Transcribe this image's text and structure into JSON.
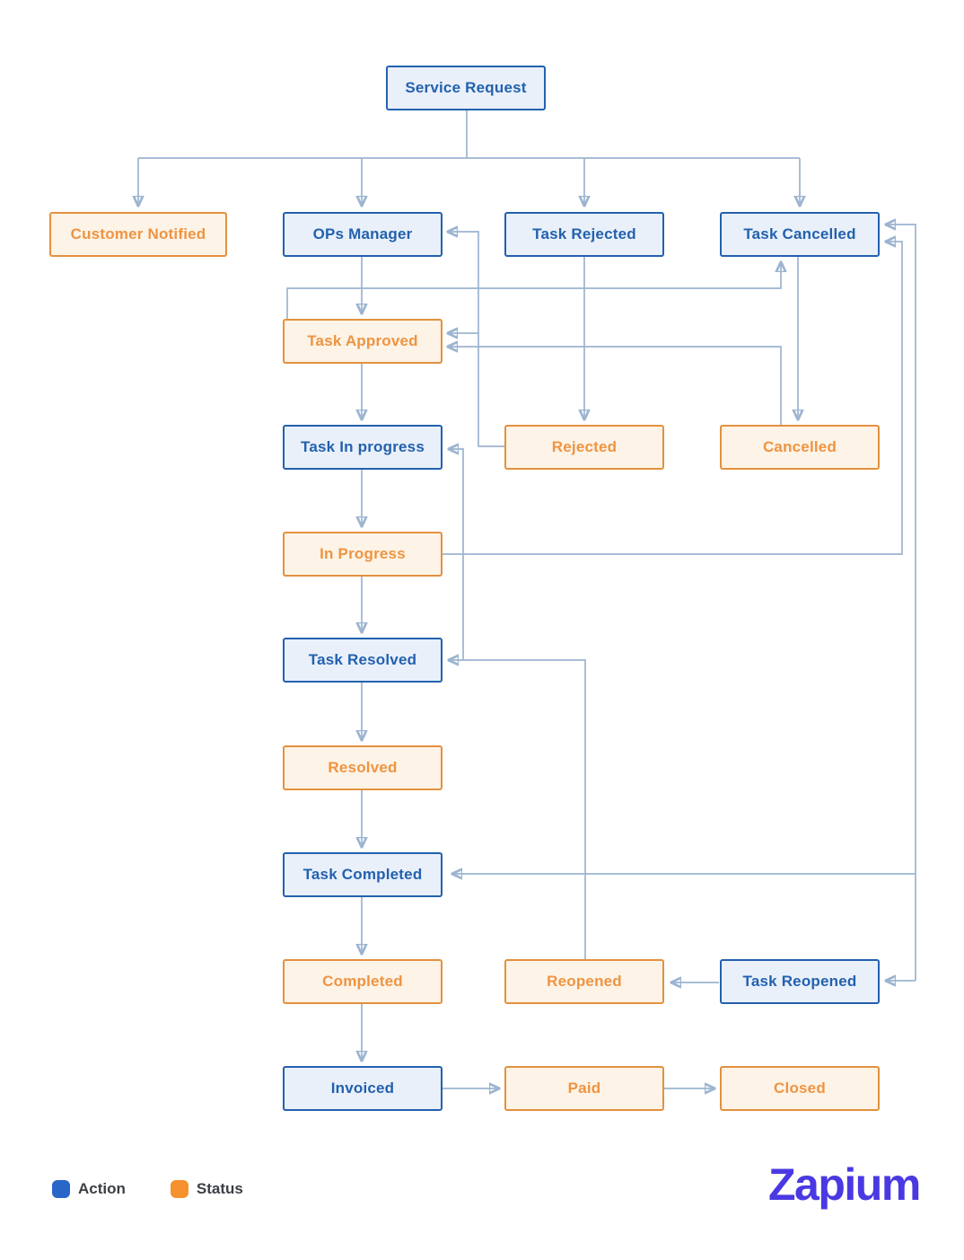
{
  "diagram": {
    "nodes": [
      {
        "id": "service-request",
        "label": "Service Request",
        "type": "action"
      },
      {
        "id": "customer-notified",
        "label": "Customer Notified",
        "type": "status"
      },
      {
        "id": "ops-manager",
        "label": "OPs Manager",
        "type": "action"
      },
      {
        "id": "task-rejected",
        "label": "Task Rejected",
        "type": "action"
      },
      {
        "id": "task-cancelled",
        "label": "Task Cancelled",
        "type": "action"
      },
      {
        "id": "task-approved",
        "label": "Task Approved",
        "type": "status"
      },
      {
        "id": "task-in-progress",
        "label": "Task In progress",
        "type": "action"
      },
      {
        "id": "rejected",
        "label": "Rejected",
        "type": "status"
      },
      {
        "id": "cancelled",
        "label": "Cancelled",
        "type": "status"
      },
      {
        "id": "in-progress",
        "label": "In Progress",
        "type": "status"
      },
      {
        "id": "task-resolved",
        "label": "Task Resolved",
        "type": "action"
      },
      {
        "id": "resolved",
        "label": "Resolved",
        "type": "status"
      },
      {
        "id": "task-completed",
        "label": "Task Completed",
        "type": "action"
      },
      {
        "id": "completed",
        "label": "Completed",
        "type": "status"
      },
      {
        "id": "reopened",
        "label": "Reopened",
        "type": "status"
      },
      {
        "id": "task-reopened",
        "label": "Task Reopened",
        "type": "action"
      },
      {
        "id": "invoiced",
        "label": "Invoiced",
        "type": "action"
      },
      {
        "id": "paid",
        "label": "Paid",
        "type": "status"
      },
      {
        "id": "closed",
        "label": "Closed",
        "type": "status"
      }
    ],
    "edges": [
      {
        "from": "Service Request",
        "to": "Customer Notified"
      },
      {
        "from": "Service Request",
        "to": "OPs Manager"
      },
      {
        "from": "Service Request",
        "to": "Task Rejected"
      },
      {
        "from": "Service Request",
        "to": "Task Cancelled"
      },
      {
        "from": "OPs Manager",
        "to": "Task Approved"
      },
      {
        "from": "Task Approved",
        "to": "Task Cancelled"
      },
      {
        "from": "Task Approved",
        "to": "Task In progress"
      },
      {
        "from": "Task Rejected",
        "to": "Rejected"
      },
      {
        "from": "Task Cancelled",
        "to": "Cancelled"
      },
      {
        "from": "Rejected",
        "to": "OPs Manager"
      },
      {
        "from": "Rejected",
        "to": "Task Approved"
      },
      {
        "from": "Cancelled",
        "to": "Task Approved"
      },
      {
        "from": "Task In progress",
        "to": "In Progress"
      },
      {
        "from": "In Progress",
        "to": "Task Resolved"
      },
      {
        "from": "In Progress",
        "to": "Task Cancelled"
      },
      {
        "from": "Task Resolved",
        "to": "Resolved"
      },
      {
        "from": "Resolved",
        "to": "Task Completed"
      },
      {
        "from": "Task Completed",
        "to": "Completed"
      },
      {
        "from": "Completed",
        "to": "Invoiced"
      },
      {
        "from": "Invoiced",
        "to": "Paid"
      },
      {
        "from": "Paid",
        "to": "Closed"
      },
      {
        "from": "Reopened",
        "to": "Task Resolved"
      },
      {
        "from": "Reopened",
        "to": "Task In progress"
      },
      {
        "from": "Task Reopened",
        "to": "Reopened"
      },
      {
        "from": "right-rail",
        "to": "Task Cancelled"
      },
      {
        "from": "right-rail",
        "to": "Task Completed"
      },
      {
        "from": "right-rail",
        "to": "Task Reopened"
      }
    ],
    "colors": {
      "action_fill": "#e9f0fa",
      "action_border": "#2361ae",
      "action_text": "#2361ae",
      "status_fill": "#fdf3e6",
      "status_border": "#e3913e",
      "status_text": "#ee9442",
      "connector": "#9cb4d0"
    }
  },
  "legend": {
    "items": [
      {
        "label": "Action",
        "color": "#2966c8"
      },
      {
        "label": "Status",
        "color": "#f5922e"
      }
    ]
  },
  "brand": {
    "logo_text": "Zapium",
    "color": "#4a39e2"
  }
}
